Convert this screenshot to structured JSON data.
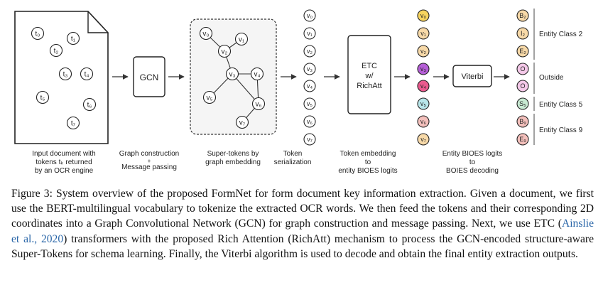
{
  "figure": {
    "document": {
      "tokens": [
        "t₀",
        "t₁",
        "t₂",
        "t₃",
        "t₄",
        "t₅",
        "t₆",
        "t₇"
      ]
    },
    "gcn_label": "GCN",
    "graph_nodes": [
      "v₀",
      "v₁",
      "v₂",
      "v₃",
      "v₄",
      "v₅",
      "v₆",
      "v₇"
    ],
    "serialized_tokens": [
      "v₀",
      "v₁",
      "v₂",
      "v₃",
      "v₄",
      "v₅",
      "v₆",
      "v₇"
    ],
    "etc_label": [
      "ETC",
      "w/",
      "RichAtt"
    ],
    "logit_tokens": [
      "v₀",
      "v₁",
      "v₂",
      "v₃",
      "v₄",
      "v₅",
      "v₆",
      "v₇"
    ],
    "logit_colors": [
      "#f7d45e",
      "#f7d9a8",
      "#f7d9a8",
      "#b55ed6",
      "#ea5a8e",
      "#b8e6ea",
      "#f4c0bc",
      "#f7d9a8"
    ],
    "viterbi_label": "Viterbi",
    "output_tags": [
      "B₂",
      "I₂",
      "E₂",
      "O",
      "O",
      "S₅",
      "B₉",
      "E₉"
    ],
    "output_colors": [
      "#f7d9a8",
      "#f7d9a8",
      "#f7d9a8",
      "#f4c8e8",
      "#f4c8e8",
      "#c8ead3",
      "#f4c0bc",
      "#f4c0bc"
    ],
    "entity_classes": [
      "Entity Class 2",
      "Outside",
      "Entity Class 5",
      "Entity Class 9"
    ],
    "stage_labels": [
      [
        "Input document with",
        "tokens tₖ returned",
        "by an OCR engine"
      ],
      [
        "Graph construction",
        "+",
        "Message passing"
      ],
      [
        "Super-tokens by",
        "graph embedding"
      ],
      [
        "Token",
        "serialization"
      ],
      [
        "Token embedding",
        "to",
        "entity BIOES logits"
      ],
      [
        "Entity BIOES logits",
        "to",
        "BOIES decoding"
      ]
    ]
  },
  "caption": {
    "before_cite": "Figure 3:  System overview of the proposed FormNet for form document key information extraction.  Given a document, we first use the BERT-multilingual vocabulary to tokenize the extracted OCR words. We then feed the tokens and their corresponding 2D coordinates into a Graph Convolutional Network (GCN) for graph construction and message passing.  Next, we use ETC (",
    "cite": "Ainslie et al., 2020",
    "after_cite": ") transformers with the proposed Rich Attention (RichAtt) mechanism to process the GCN-encoded structure-aware Super-Tokens for schema learning. Finally, the Viterbi algorithm is used to decode and obtain the final entity extraction outputs."
  }
}
